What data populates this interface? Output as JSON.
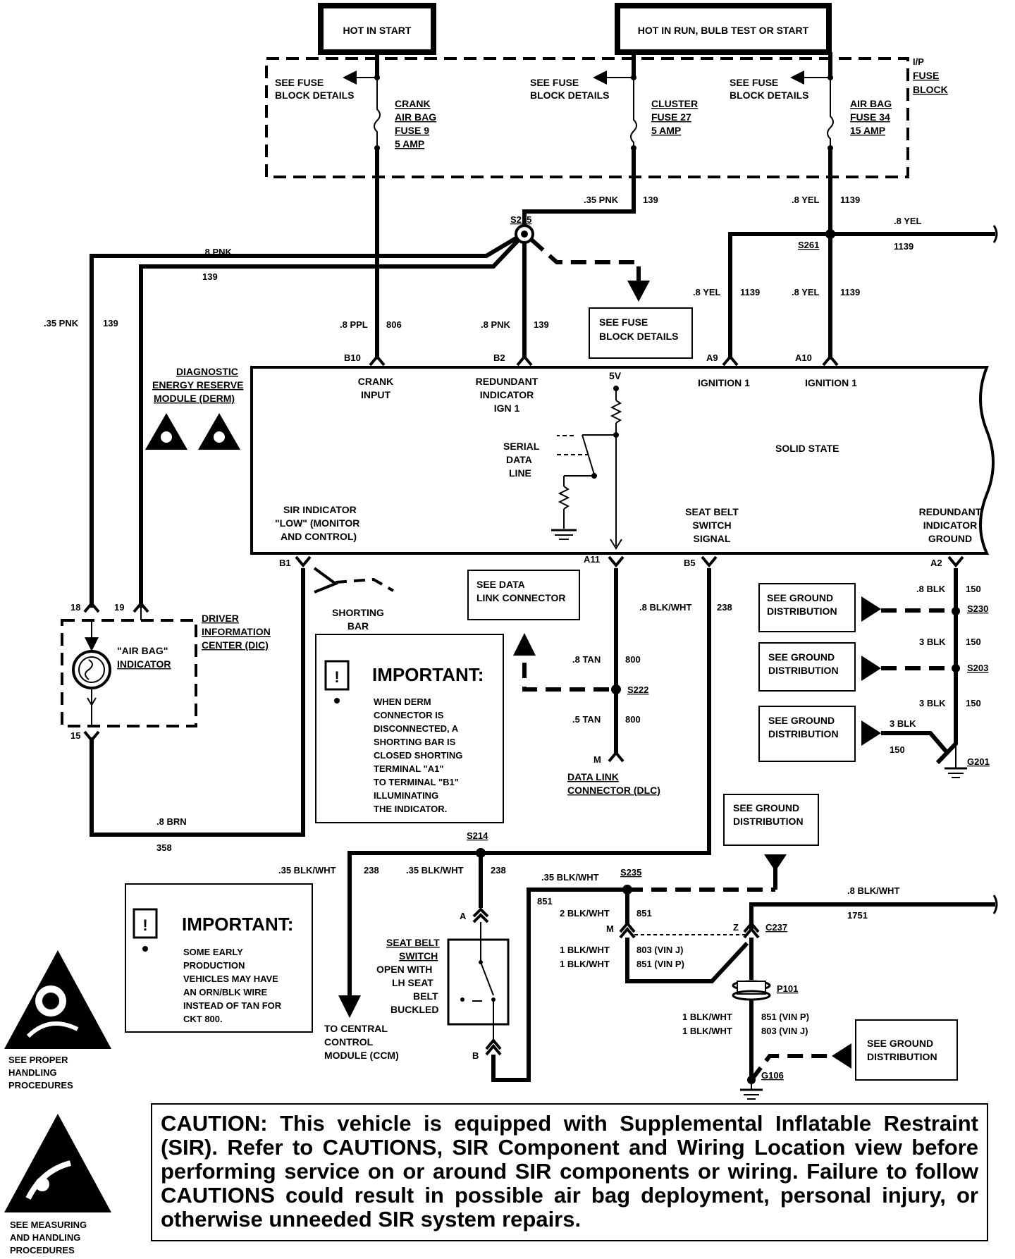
{
  "hot_in_start": "HOT IN START",
  "hot_in_run": "HOT IN RUN, BULB TEST OR START",
  "fuse_block_label": [
    "I/P",
    "FUSE",
    "BLOCK"
  ],
  "see_fuse": [
    "SEE FUSE",
    "BLOCK DETAILS"
  ],
  "fuse1": [
    "CRANK",
    "AIR BAG",
    "FUSE 9",
    "5 AMP"
  ],
  "fuse2": [
    "CLUSTER",
    "FUSE 27",
    "5 AMP"
  ],
  "fuse3": [
    "AIR BAG",
    "FUSE 34",
    "15 AMP"
  ],
  "wires": {
    "pnk35": ".35 PNK",
    "c139": "139",
    "yel8": ".8 YEL",
    "c1139": "1139",
    "pnk8": ".8 PNK",
    "ppl8": ".8 PPL",
    "c806": "806",
    "blkwht8": ".8 BLK/WHT",
    "c238": "238",
    "tan8": ".8 TAN",
    "c800": "800",
    "tan5": ".5 TAN",
    "blk8": ".8 BLK",
    "c150": "150",
    "blk3": "3 BLK",
    "brn8": ".8 BRN",
    "c358": "358",
    "blkwht35": ".35 BLK/WHT",
    "c851": "851",
    "blkwht2": "2 BLK/WHT",
    "blkwht1": "1 BLK/WHT",
    "c803_vinj": "803  (VIN J)",
    "c851_vinp": "851  (VIN P)",
    "c851_vinp2": "851  (VIN P)",
    "c803_vinj2": "803  (VIN J)",
    "c1751": "1751"
  },
  "splices": {
    "s215": "S215",
    "s261": "S261",
    "s222": "S222",
    "s230": "S230",
    "s203": "S203",
    "g201": "G201",
    "s214": "S214",
    "s235": "S235",
    "c237": "C237",
    "p101": "P101",
    "g106": "G106"
  },
  "terminals": {
    "b10": "B10",
    "b2": "B2",
    "a9": "A9",
    "a10": "A10",
    "b1": "B1",
    "a11": "A11",
    "b5": "B5",
    "a2": "A2",
    "t18": "18",
    "t19": "19",
    "t15": "15",
    "m": "M",
    "a": "A",
    "b": "B",
    "z": "Z"
  },
  "derm": {
    "name": [
      "DIAGNOSTIC",
      "ENERGY RESERVE",
      "MODULE (DERM)"
    ],
    "crank_input": [
      "CRANK",
      "INPUT"
    ],
    "redundant_ign": [
      "REDUNDANT",
      "INDICATOR",
      "IGN 1"
    ],
    "v5": "5V",
    "ignition1": "IGNITION 1",
    "serial": [
      "SERIAL",
      "DATA",
      "LINE"
    ],
    "solid_state": "SOLID STATE",
    "sir_indicator": [
      "SIR INDICATOR",
      "\"LOW\" (MONITOR",
      "AND CONTROL)"
    ],
    "seat_belt_signal": [
      "SEAT BELT",
      "SWITCH",
      "SIGNAL"
    ],
    "redundant_ground": [
      "REDUNDANT",
      "INDICATOR",
      "GROUND"
    ]
  },
  "see_data_link": [
    "SEE DATA",
    "LINK CONNECTOR"
  ],
  "see_ground": [
    "SEE GROUND",
    "DISTRIBUTION"
  ],
  "shorting_bar": [
    "SHORTING",
    "BAR"
  ],
  "dic": [
    "DRIVER",
    "INFORMATION",
    "CENTER (DIC)"
  ],
  "air_bag_indicator": [
    "\"AIR BAG\"",
    "INDICATOR"
  ],
  "important1": {
    "title": "IMPORTANT:",
    "lines": [
      "WHEN DERM",
      "CONNECTOR IS",
      "DISCONNECTED, A",
      "SHORTING BAR IS",
      "CLOSED SHORTING",
      "TERMINAL \"A1\"",
      "TO TERMINAL \"B1\"",
      "ILLUMINATING",
      "THE INDICATOR."
    ]
  },
  "important2": {
    "title": "IMPORTANT:",
    "lines": [
      "SOME EARLY",
      "PRODUCTION",
      "VEHICLES MAY HAVE",
      "AN ORN/BLK WIRE",
      "INSTEAD OF TAN FOR",
      "CKT 800."
    ]
  },
  "dlc": [
    "DATA LINK",
    "CONNECTOR (DLC)"
  ],
  "seat_belt_switch": [
    "SEAT BELT",
    "SWITCH",
    "OPEN WITH",
    "LH SEAT",
    "BELT",
    "BUCKLED"
  ],
  "to_ccm": [
    "TO CENTRAL",
    "CONTROL",
    "MODULE (CCM)"
  ],
  "see_handling": [
    "SEE PROPER",
    "HANDLING",
    "PROCEDURES"
  ],
  "see_measuring": [
    "SEE MEASURING",
    "AND HANDLING",
    "PROCEDURES"
  ],
  "caution": "CAUTION:     This vehicle is equipped with Supplemental Inflatable Restraint (SIR).  Refer to CAUTIONS, SIR Component and Wiring Location view before performing service on or around SIR components or wiring. Failure to follow CAUTIONS could result in possible air bag deployment, personal injury, or otherwise unneeded SIR system repairs."
}
